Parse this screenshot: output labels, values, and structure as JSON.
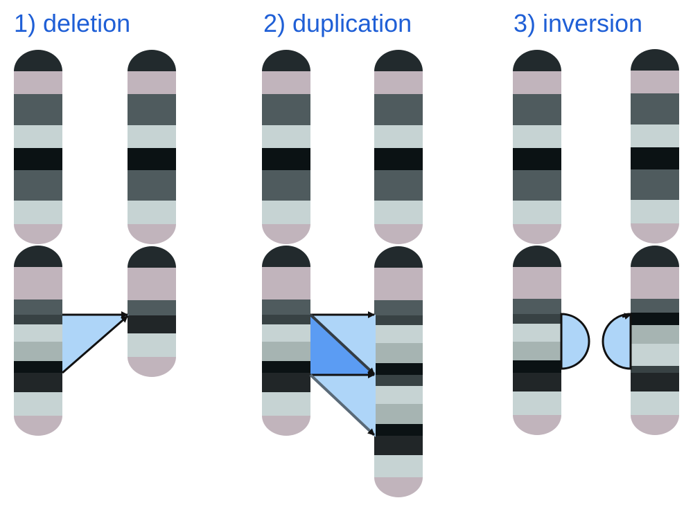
{
  "titles": {
    "deletion": "1) deletion",
    "duplication": "2) duplication",
    "inversion": "3) inversion"
  },
  "colors": {
    "title": "#1f5fd6",
    "telomere_cap": "#222a2d",
    "pink_band": "#c1b4bc",
    "dark_gray_band": "#4f5b5e",
    "light_band": "#c6d3d3",
    "black_band": "#0b1214",
    "charcoal_band": "#212628",
    "mid_gray_band": "#a6b4b2",
    "highlight_fill": "#aed5f8",
    "highlight_strong": "#5b9cf3",
    "arrow": "#111111"
  }
}
